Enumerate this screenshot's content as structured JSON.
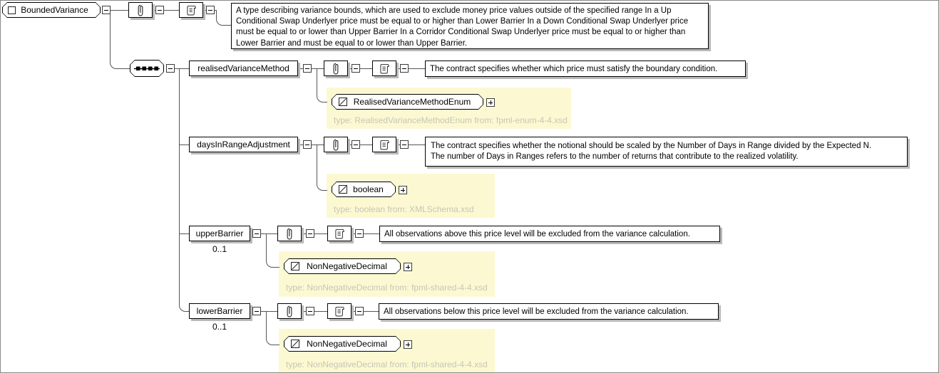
{
  "diagram_type": "xml-schema-content-model",
  "root": {
    "name": "BoundedVariance",
    "annotation": "A type describing variance bounds, which are used to exclude money price values outside of the specified range In a Up Conditional Swap Underlyer price must be equal to or higher than Lower Barrier In a Down Conditional Swap Underlyer price must be equal to or lower than Upper Barrier In a Corridor Conditional Swap Underlyer price must be equal to or higher than Lower Barrier and must be equal to or lower than Upper Barrier."
  },
  "children": [
    {
      "name": "realisedVarianceMethod",
      "annotation": "The contract specifies whether which price must satisfy the boundary condition.",
      "type_name": "RealisedVarianceMethodEnum",
      "type_info": "type: RealisedVarianceMethodEnum from: fpml-enum-4-4.xsd"
    },
    {
      "name": "daysInRangeAdjustment",
      "annotation": "The contract specifies whether the notional should be scaled by the Number of Days in Range divided by the Expected N.\nThe number of Days in Ranges refers to the number of returns that contribute to the realized volatility.",
      "type_name": "boolean",
      "type_info": "type: boolean from: XMLSchema.xsd"
    },
    {
      "name": "upperBarrier",
      "cardinality": "0..1",
      "annotation": "All observations above this price level will be excluded from the variance calculation.",
      "type_name": "NonNegativeDecimal",
      "type_info": "type: NonNegativeDecimal from: fpml-shared-4-4.xsd"
    },
    {
      "name": "lowerBarrier",
      "cardinality": "0..1",
      "annotation": "All observations below this price level will be excluded from the variance calculation.",
      "type_name": "NonNegativeDecimal",
      "type_info": "type: NonNegativeDecimal from: fpml-shared-4-4.xsd"
    }
  ],
  "icons": {
    "sequence": "dash-dot-row",
    "attributes": "paperclip",
    "annotation": "scroll",
    "element": "small-square",
    "type": "square-with-diagonal",
    "collapse": "minus",
    "expand": "plus"
  },
  "colors": {
    "shadow": "#b9b9b9",
    "group_bg": "#fcf9d2",
    "type_info_text": "#c6c6b6",
    "box_border": "#000000",
    "connector": "#565656"
  }
}
